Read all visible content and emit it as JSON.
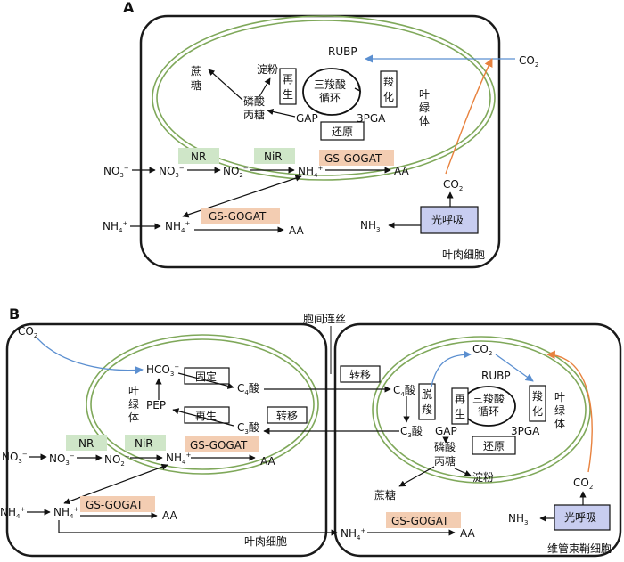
{
  "panelA": {
    "label": "A",
    "cell_label": "叶肉细胞",
    "chloroplast_label": [
      "叶",
      "绿",
      "体"
    ],
    "rubp": "RUBP",
    "cycle": [
      "三羧酸",
      "循环"
    ],
    "regen": [
      "再",
      "生"
    ],
    "carbox": [
      "羧",
      "化"
    ],
    "gap": "GAP",
    "pga": "3PGA",
    "reduce": "还原",
    "starch": "淀粉",
    "sucrose": [
      "蔗",
      "糖"
    ],
    "triose": [
      "磷酸",
      "丙糖"
    ],
    "co2_out": "CO",
    "co2_mid": "CO",
    "nr": "NR",
    "nir": "NiR",
    "gs1": "GS-GOGAT",
    "gs2": "GS-GOGAT",
    "aa1": "AA",
    "aa2": "AA",
    "no3_out": "NO",
    "no3_in": "NO",
    "no2": "NO",
    "nh4_chl": "NH",
    "nh4_cyto": "NH",
    "nh4_out": "NH",
    "nh3": "NH",
    "photoresp": "光呼吸"
  },
  "panelB": {
    "label": "B",
    "junction": "胞间连丝",
    "meso_label": "叶肉细胞",
    "bundle_label": "维管束鞘细胞",
    "co2_out": "CO",
    "co2_chl": "CO",
    "co2_pr": "CO",
    "hco3": "HCO",
    "pep": "PEP",
    "fix": "固定",
    "c4": "C",
    "c4_suffix": "酸",
    "c3": "C",
    "c3_suffix": "酸",
    "regen_box": "再生",
    "transfer1": "转移",
    "transfer2": "转移",
    "meso_chl_label": [
      "叶",
      "绿",
      "体"
    ],
    "bs_chl_label": [
      "叶",
      "绿",
      "体"
    ],
    "decarb": [
      "脱",
      "羧"
    ],
    "regen": [
      "再",
      "生"
    ],
    "carbox": [
      "羧",
      "化"
    ],
    "rubp": "RUBP",
    "cycle": [
      "三羧酸",
      "循环"
    ],
    "gap": "GAP",
    "pga": "3PGA",
    "reduce": "还原",
    "triose": [
      "磷酸",
      "丙糖"
    ],
    "starch": "淀粉",
    "sucrose": "蔗糖",
    "nr": "NR",
    "nir": "NiR",
    "gs1": "GS-GOGAT",
    "gs2": "GS-GOGAT",
    "gs3": "GS-GOGAT",
    "aa1": "AA",
    "aa2": "AA",
    "aa3": "AA",
    "no3_out": "NO",
    "no3_in": "NO",
    "no2": "NO",
    "nh4_chl": "NH",
    "nh4_cyto": "NH",
    "nh4_out": "NH",
    "nh4_bs": "NH",
    "nh3": "NH",
    "photoresp": "光呼吸"
  },
  "colors": {
    "cell_border": "#1a1a1a",
    "chloroplast": "#7fa85a",
    "green_box": "#cfe6c8",
    "salmon_box": "#f3cdb2",
    "photoresp_box": "#c8cdf0",
    "blue_arrow": "#5b8fd0",
    "orange_arrow": "#e8823e"
  }
}
